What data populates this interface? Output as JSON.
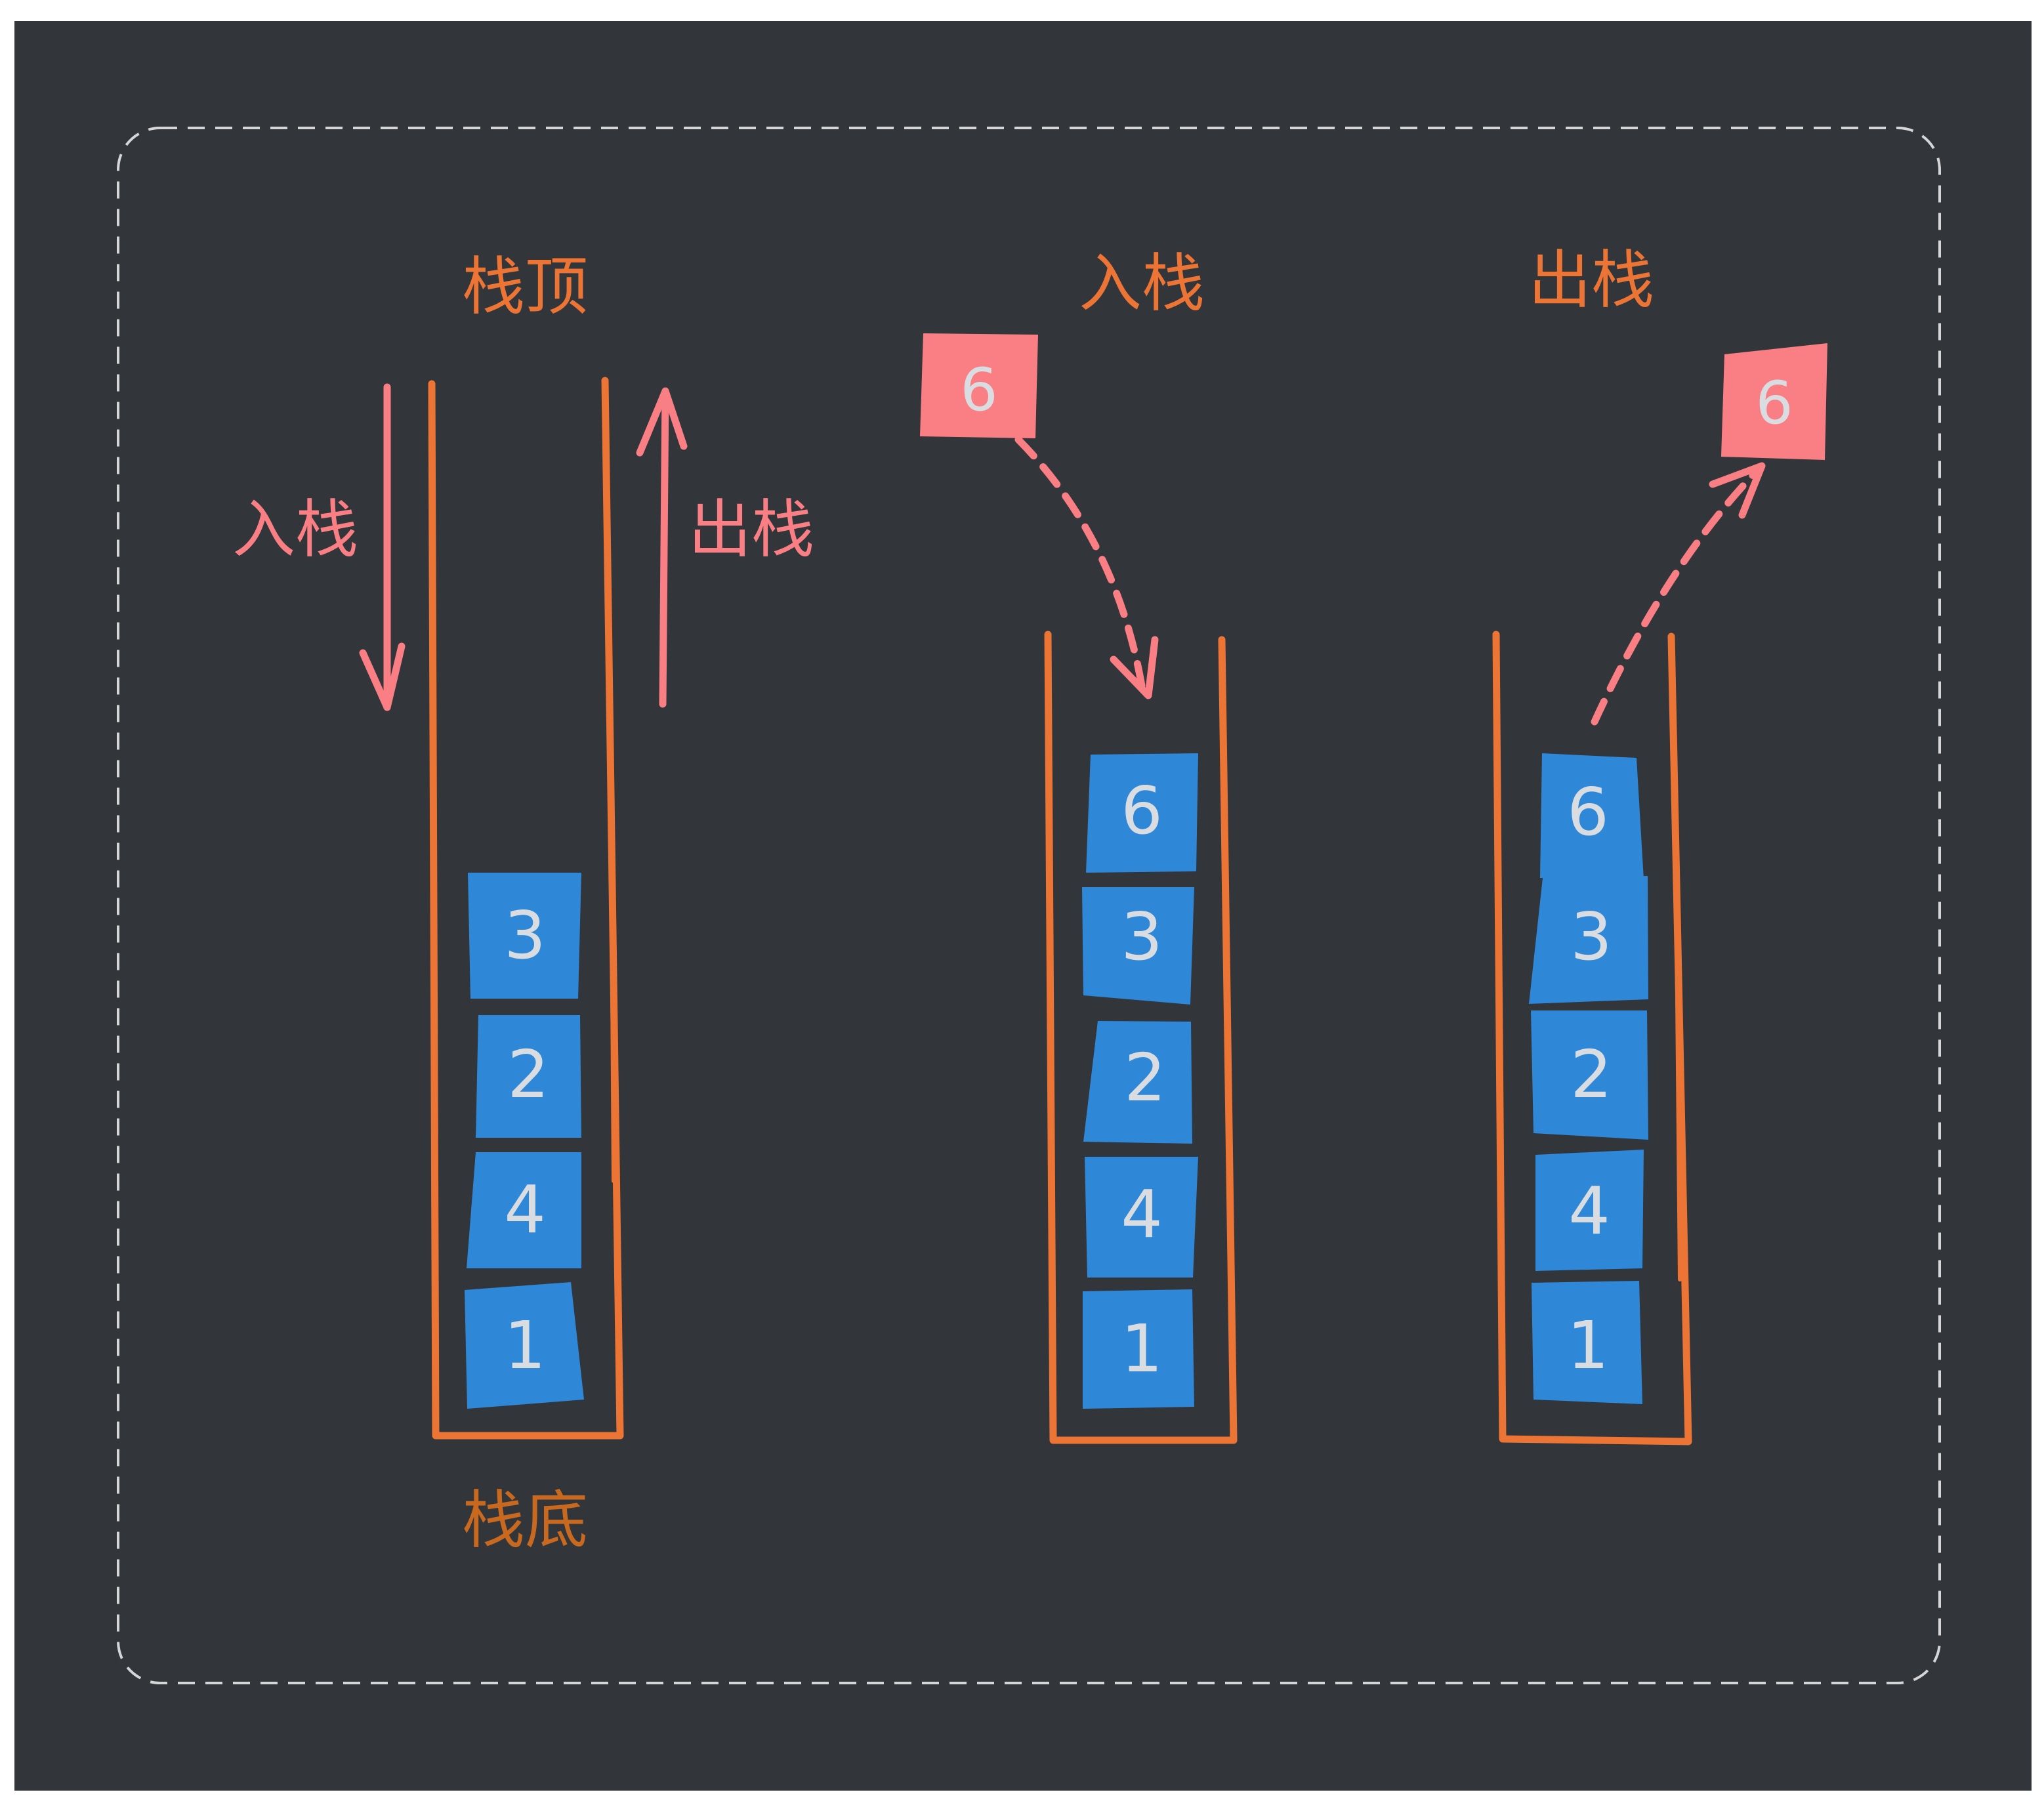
{
  "colors": {
    "background": "#32353a",
    "frame_dash": "#d6d6d6",
    "stack_wall": "#ec7435",
    "label_orange": "#ec7435",
    "label_bottom": "#c8691f",
    "label_pink": "#fa7f85",
    "arrow_pink": "#fa7f85",
    "block_blue": "#2f87d8",
    "block_pink": "#fa7f85",
    "digit": "#d9dde2"
  },
  "labels": {
    "stack_top": "栈顶",
    "stack_bottom": "栈底",
    "push_side": "入栈",
    "pop_side": "出栈",
    "push_title": "入栈",
    "pop_title": "出栈"
  },
  "stacks": {
    "overview": {
      "blocks": [
        "3",
        "2",
        "4",
        "1"
      ]
    },
    "push": {
      "incoming": "6",
      "blocks": [
        "6",
        "3",
        "2",
        "4",
        "1"
      ]
    },
    "pop": {
      "outgoing": "6",
      "blocks": [
        "6",
        "3",
        "2",
        "4",
        "1"
      ]
    }
  }
}
